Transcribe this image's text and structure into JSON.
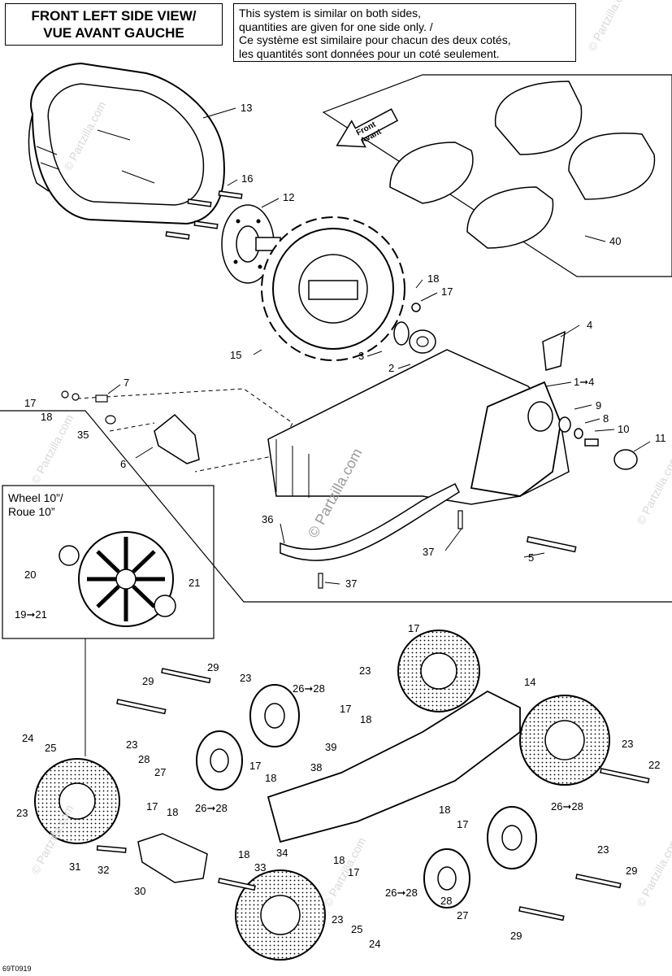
{
  "title": {
    "line1": "FRONT LEFT SIDE VIEW/",
    "line2": "VUE AVANT GAUCHE"
  },
  "note": {
    "line1": "This system is similar on both sides,",
    "line2": "quantities are given for one side only. /",
    "line3": "Ce système est similaire pour chacun des deux cotés,",
    "line4": "les quantités sont données pour un coté seulement."
  },
  "front_arrow": {
    "line1": "Front",
    "line2": "Avant"
  },
  "wheel_box": {
    "line1": "Wheel 10”/",
    "line2": "Roue 10”"
  },
  "diagram_code": "69T0919",
  "watermark": "© Partzilla.com",
  "callouts": {
    "c13": "13",
    "c16": "16",
    "c12": "12",
    "c40": "40",
    "c18a": "18",
    "c17a": "17",
    "c15": "15",
    "c3": "3",
    "c2": "2",
    "c4": "4",
    "c1_4": "1➞4",
    "c9": "9",
    "c8": "8",
    "c10": "10",
    "c11": "11",
    "c7": "7",
    "c17b": "17",
    "c18b": "18",
    "c35": "35",
    "c6": "6",
    "c36": "36",
    "c37a": "37",
    "c5": "5",
    "c37b": "37",
    "c20": "20",
    "c21": "21",
    "c19_21": "19➞21",
    "c17c": "17",
    "c23a": "23",
    "c29a": "29",
    "c29b": "29",
    "c23b": "23",
    "c26_28a": "26➞28",
    "c14": "14",
    "c17d": "17",
    "c18c": "18",
    "c23c": "23",
    "c28a": "28",
    "c27a": "27",
    "c39": "39",
    "c17e": "17",
    "c18d": "18",
    "c38": "38",
    "c24a": "24",
    "c25a": "25",
    "c23d": "23",
    "c22": "22",
    "c23e": "23",
    "c26_28b": "26➞28",
    "c26_28c": "26➞28",
    "c17f": "17",
    "c18e": "18",
    "c18f": "18",
    "c17g": "17",
    "c34": "34",
    "c31": "31",
    "c32": "32",
    "c18g": "18",
    "c33": "33",
    "c30": "30",
    "c18h": "18",
    "c17h": "17",
    "c23f": "23",
    "c29c": "29",
    "c26_28d": "26➞28",
    "c28b": "28",
    "c27b": "27",
    "c29d": "29",
    "c23g": "23",
    "c25b": "25",
    "c24b": "24"
  }
}
